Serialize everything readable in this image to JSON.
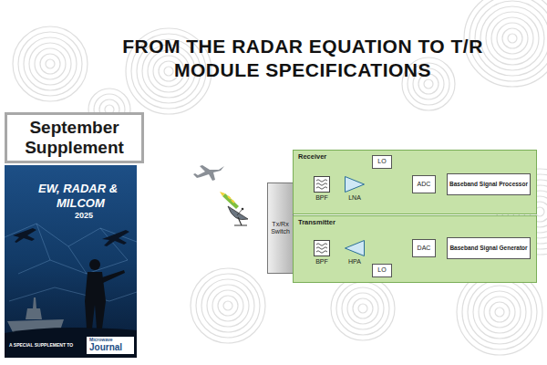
{
  "diagram": {
    "title": "FROM THE RADAR EQUATION TO T/R MODULE SPECIFICATIONS",
    "nodes": [
      {
        "text": [
          "September Supplement"
        ]
      },
      {
        "text": [
          "Tx/Rx Switch"
        ]
      },
      {
        "text": [
          "Receiver"
        ]
      },
      {
        "text": [
          "BPF"
        ],
        "in": 2
      },
      {
        "text": [
          "LNA"
        ],
        "in": 2
      },
      {
        "text": [
          "LO"
        ],
        "in": 2
      },
      {
        "text": [
          "ADC"
        ],
        "in": 2
      },
      {
        "text": [
          "Baseband Signal Processor"
        ],
        "in": 2
      },
      {
        "text": [
          "Transmitter"
        ]
      },
      {
        "text": [
          "BPF"
        ],
        "in": 8
      },
      {
        "text": [
          "HPA"
        ],
        "in": 8
      },
      {
        "text": [
          "LO"
        ],
        "in": 8
      },
      {
        "text": [
          "DAC"
        ],
        "in": 8
      },
      {
        "text": [
          "Baseband Signal Generator"
        ],
        "in": 8
      }
    ],
    "edges": [
      {
        "from": 1,
        "to": 3,
        "arrow": "none"
      },
      {
        "from": 3,
        "to": 4,
        "arrow": "none"
      },
      {
        "from": 4,
        "to": 6,
        "arrow": "none"
      },
      {
        "from": 5,
        "to": 6,
        "arrow": "none"
      },
      {
        "from": 6,
        "to": 7,
        "arrow": "none"
      },
      {
        "from": 13,
        "to": 12,
        "arrow": "none"
      },
      {
        "from": 12,
        "to": 10,
        "arrow": "none"
      },
      {
        "from": 11,
        "to": 10,
        "arrow": "none"
      },
      {
        "from": 10,
        "to": 9,
        "arrow": "none"
      },
      {
        "from": 9,
        "to": 1,
        "arrow": "none"
      }
    ],
    "labels": [
      "EW, RADAR &",
      "MILCOM",
      "2025",
      "A SPECIAL SUPPLEMENT TO",
      "Microwave",
      "Journal"
    ]
  }
}
